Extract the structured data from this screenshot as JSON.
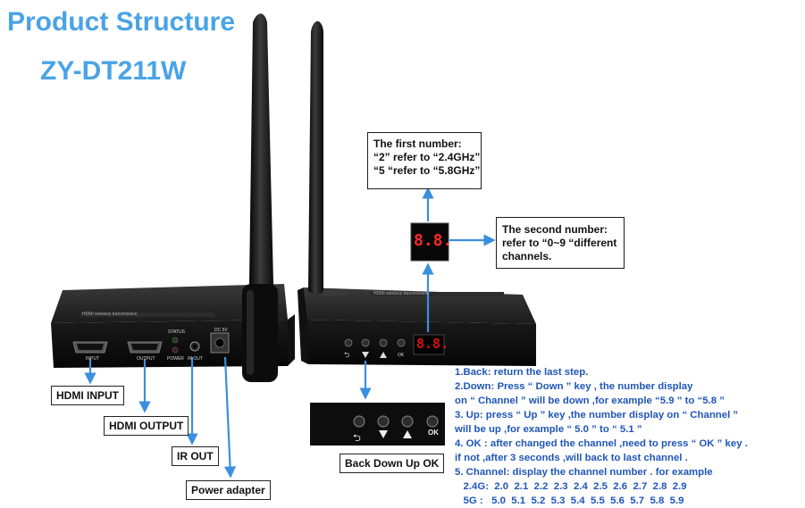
{
  "header": {
    "title": "Product Structure",
    "model": "ZY-DT211W"
  },
  "colors": {
    "title": "#4aa3e6",
    "arrow": "#3a8fde",
    "instruction_text": "#1f56b8"
  },
  "device_print": {
    "front_caption": "HDMI wireless transmission",
    "port_input": "INPUT",
    "port_output": "OUTPUT",
    "port_status": "STATUS",
    "port_power": "POWER",
    "port_ir": "IR OUT",
    "port_dc": "DC 5V",
    "display_digits": "8.8."
  },
  "callouts": {
    "first_number": [
      "The first number:",
      "“2” refer to “2.4GHz”",
      "“5 “refer to “5.8GHz”"
    ],
    "second_number": [
      "The second number:",
      "refer to  “0~9 “different",
      "channels."
    ]
  },
  "port_labels": {
    "hdmi_input": "HDMI INPUT",
    "hdmi_output": "HDMI OUTPUT",
    "ir_out": "IR OUT",
    "power_adapter": "Power adapter"
  },
  "button_panel": {
    "caption": "Back  Down Up   OK",
    "ok_glyph": "OK"
  },
  "instructions": [
    "1.Back: return the last step.",
    "2.Down: Press “  Down ” key , the number display",
    "on “  Channel ” will be down ,for example “5.9 ” to “5.8 ”",
    "3. Up: press “  Up ” key ,the number display on “  Channel ”",
    "will be up ,for example “  5.0 ” to “  5.1 ”",
    "4. OK : after changed the channel ,need to press “  OK ” key .",
    "if not ,after 3 seconds ,will back to last channel .",
    "5. Channel: display the channel number . for example",
    "   2.4G:  2.0  2.1  2.2  2.3  2.4  2.5  2.6  2.7  2.8  2.9",
    "   5G :   5.0  5.1  5.2  5.3  5.4  5.5  5.6  5.7  5.8  5.9"
  ]
}
